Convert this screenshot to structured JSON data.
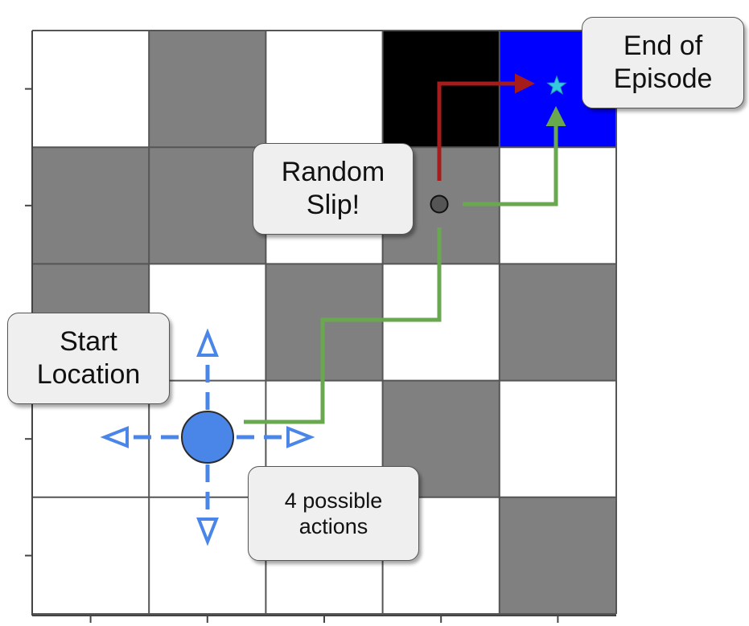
{
  "grid": {
    "rows": 5,
    "cols": 5,
    "cells": [
      [
        "white",
        "gray",
        "white",
        "black",
        "goal"
      ],
      [
        "gray",
        "gray",
        "white",
        "gray",
        "white"
      ],
      [
        "gray",
        "white",
        "gray",
        "white",
        "gray"
      ],
      [
        "white",
        "white",
        "white",
        "gray",
        "white"
      ],
      [
        "white",
        "white",
        "white",
        "white",
        "gray"
      ]
    ]
  },
  "colors": {
    "white": "#ffffff",
    "gray": "#808080",
    "black": "#000000",
    "goal": "#0000ff",
    "grid_line": "#555555",
    "agent": "#4a86e8",
    "action_arrow": "#4a86e8",
    "intended_path": "#6aa84f",
    "slip_path": "#a61c1c",
    "star": "#35c9e0",
    "waypoint": "#555555"
  },
  "icons": {
    "goal": "star-icon",
    "agent": "circle-icon",
    "waypoint": "dot-icon"
  },
  "callouts": {
    "end_of_episode": [
      "End of",
      "Episode"
    ],
    "random_slip": [
      "Random",
      "Slip!"
    ],
    "start_location": [
      "Start",
      "Location"
    ],
    "possible_actions": [
      "4 possible",
      "actions"
    ]
  }
}
